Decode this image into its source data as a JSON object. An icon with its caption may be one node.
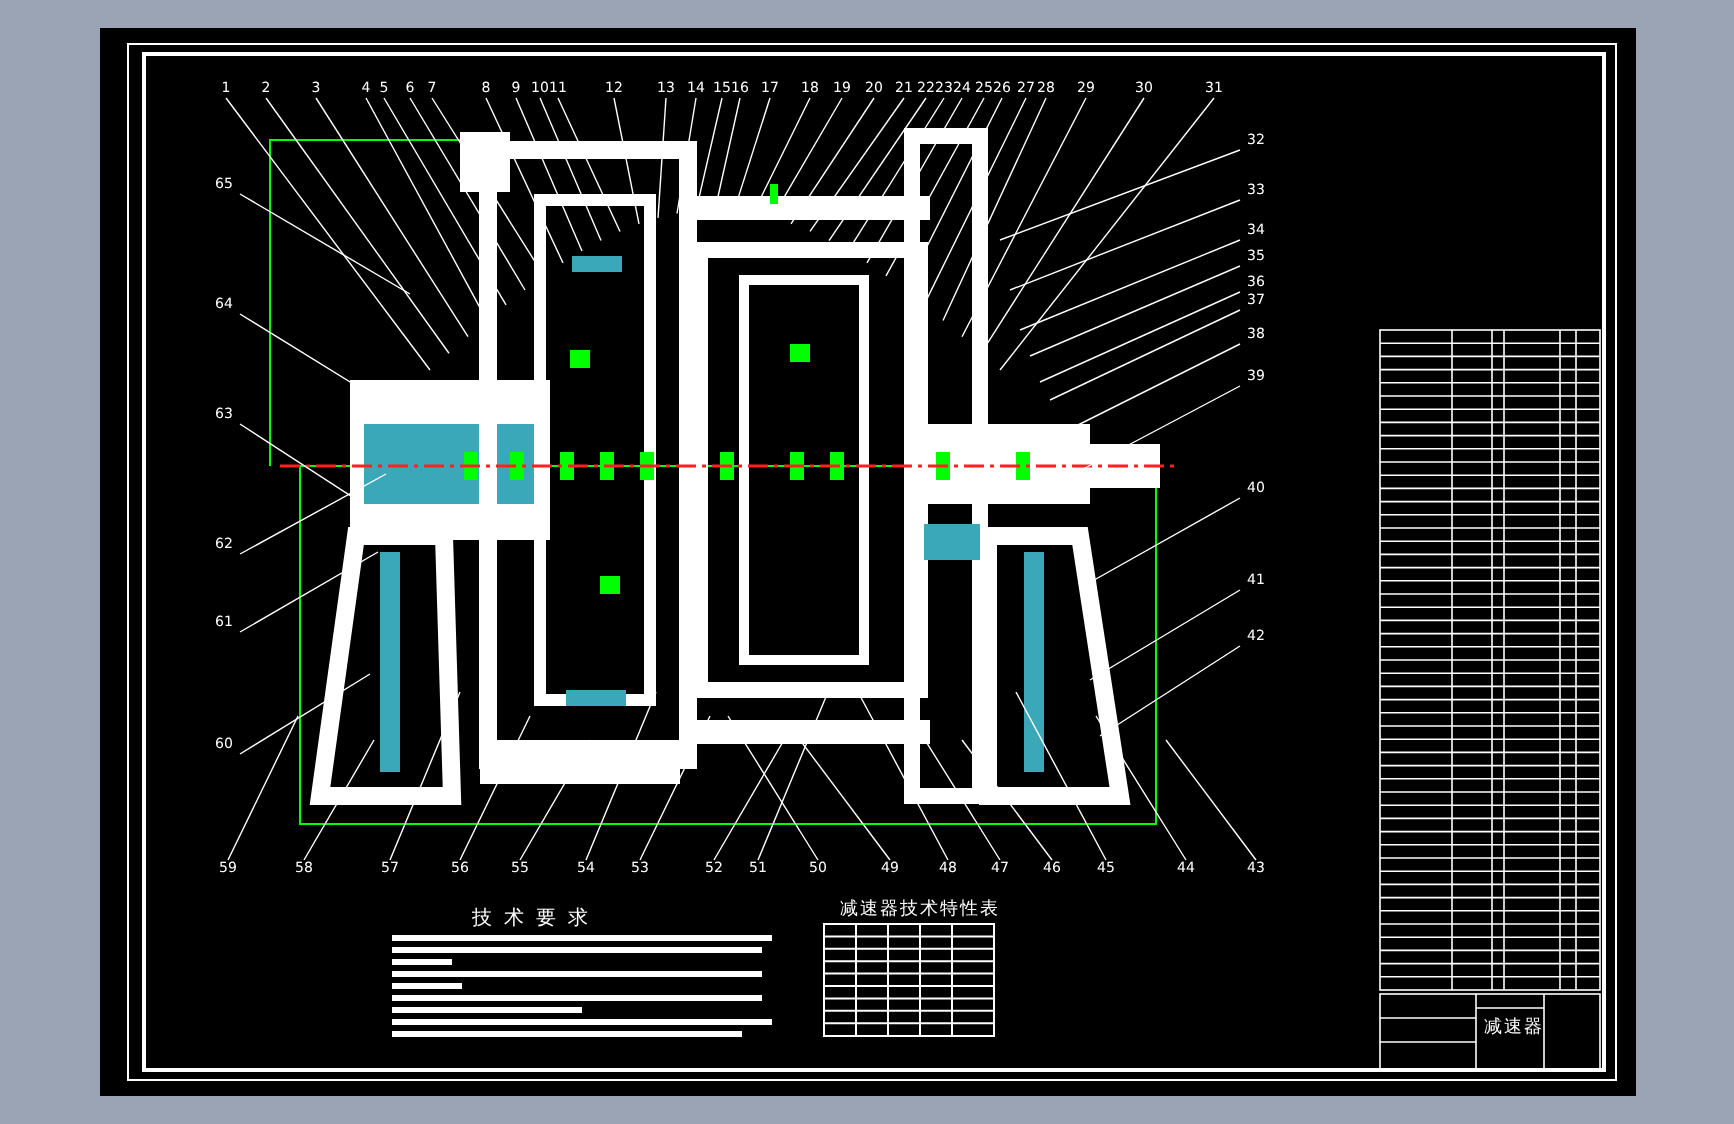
{
  "diagram": {
    "nodes": [
      {
        "text": [
          "1"
        ]
      },
      {
        "text": [
          "2"
        ]
      },
      {
        "text": [
          "3"
        ]
      },
      {
        "text": [
          "4"
        ]
      },
      {
        "text": [
          "5"
        ]
      },
      {
        "text": [
          "6"
        ]
      },
      {
        "text": [
          "7"
        ]
      },
      {
        "text": [
          "8"
        ]
      },
      {
        "text": [
          "9"
        ]
      },
      {
        "text": [
          "10"
        ]
      },
      {
        "text": [
          "11"
        ]
      },
      {
        "text": [
          "12"
        ]
      },
      {
        "text": [
          "13"
        ]
      },
      {
        "text": [
          "14"
        ]
      },
      {
        "text": [
          "15"
        ]
      },
      {
        "text": [
          "16"
        ]
      },
      {
        "text": [
          "17"
        ]
      },
      {
        "text": [
          "18"
        ]
      },
      {
        "text": [
          "19"
        ]
      },
      {
        "text": [
          "20"
        ]
      },
      {
        "text": [
          "21"
        ]
      },
      {
        "text": [
          "22"
        ]
      },
      {
        "text": [
          "23"
        ]
      },
      {
        "text": [
          "24"
        ]
      },
      {
        "text": [
          "25"
        ]
      },
      {
        "text": [
          "26"
        ]
      },
      {
        "text": [
          "27"
        ]
      },
      {
        "text": [
          "28"
        ]
      },
      {
        "text": [
          "29"
        ]
      },
      {
        "text": [
          "30"
        ]
      },
      {
        "text": [
          "31"
        ]
      },
      {
        "text": [
          "32"
        ]
      },
      {
        "text": [
          "33"
        ]
      },
      {
        "text": [
          "34"
        ]
      },
      {
        "text": [
          "35"
        ]
      },
      {
        "text": [
          "36"
        ]
      },
      {
        "text": [
          "37"
        ]
      },
      {
        "text": [
          "38"
        ]
      },
      {
        "text": [
          "39"
        ]
      },
      {
        "text": [
          "40"
        ]
      },
      {
        "text": [
          "41"
        ]
      },
      {
        "text": [
          "42"
        ]
      },
      {
        "text": [
          "43"
        ]
      },
      {
        "text": [
          "44"
        ]
      },
      {
        "text": [
          "45"
        ]
      },
      {
        "text": [
          "46"
        ]
      },
      {
        "text": [
          "47"
        ]
      },
      {
        "text": [
          "48"
        ]
      },
      {
        "text": [
          "49"
        ]
      },
      {
        "text": [
          "50"
        ]
      },
      {
        "text": [
          "51"
        ]
      },
      {
        "text": [
          "52"
        ]
      },
      {
        "text": [
          "53"
        ]
      },
      {
        "text": [
          "54"
        ]
      },
      {
        "text": [
          "55"
        ]
      },
      {
        "text": [
          "56"
        ]
      },
      {
        "text": [
          "57"
        ]
      },
      {
        "text": [
          "58"
        ]
      },
      {
        "text": [
          "59"
        ]
      },
      {
        "text": [
          "60"
        ]
      },
      {
        "text": [
          "61"
        ]
      },
      {
        "text": [
          "62"
        ]
      },
      {
        "text": [
          "63"
        ]
      },
      {
        "text": [
          "64"
        ]
      },
      {
        "text": [
          "65"
        ]
      }
    ],
    "edges": [
      {
        "from": 0,
        "to": null,
        "arrow": "none"
      },
      {
        "from": 1,
        "to": null,
        "arrow": "none"
      },
      {
        "from": 2,
        "to": null,
        "arrow": "none"
      },
      {
        "from": 3,
        "to": null,
        "arrow": "none"
      },
      {
        "from": 4,
        "to": null,
        "arrow": "none"
      },
      {
        "from": 5,
        "to": null,
        "arrow": "none"
      },
      {
        "from": 6,
        "to": null,
        "arrow": "none"
      },
      {
        "from": 7,
        "to": null,
        "arrow": "none"
      },
      {
        "from": 8,
        "to": null,
        "arrow": "none"
      },
      {
        "from": 9,
        "to": null,
        "arrow": "none"
      },
      {
        "from": 10,
        "to": null,
        "arrow": "none"
      },
      {
        "from": 11,
        "to": null,
        "arrow": "none"
      },
      {
        "from": 12,
        "to": null,
        "arrow": "none"
      },
      {
        "from": 13,
        "to": null,
        "arrow": "none"
      },
      {
        "from": 14,
        "to": null,
        "arrow": "none"
      },
      {
        "from": 15,
        "to": null,
        "arrow": "none"
      },
      {
        "from": 16,
        "to": null,
        "arrow": "none"
      },
      {
        "from": 17,
        "to": null,
        "arrow": "none"
      },
      {
        "from": 18,
        "to": null,
        "arrow": "none"
      },
      {
        "from": 19,
        "to": null,
        "arrow": "none"
      },
      {
        "from": 20,
        "to": null,
        "arrow": "none"
      },
      {
        "from": 21,
        "to": null,
        "arrow": "none"
      },
      {
        "from": 22,
        "to": null,
        "arrow": "none"
      },
      {
        "from": 23,
        "to": null,
        "arrow": "none"
      },
      {
        "from": 24,
        "to": null,
        "arrow": "none"
      },
      {
        "from": 25,
        "to": null,
        "arrow": "none"
      },
      {
        "from": 26,
        "to": null,
        "arrow": "none"
      },
      {
        "from": 27,
        "to": null,
        "arrow": "none"
      },
      {
        "from": 28,
        "to": null,
        "arrow": "none"
      },
      {
        "from": 29,
        "to": null,
        "arrow": "none"
      },
      {
        "from": 30,
        "to": null,
        "arrow": "none"
      },
      {
        "from": 31,
        "to": null,
        "arrow": "none"
      },
      {
        "from": 32,
        "to": null,
        "arrow": "none"
      },
      {
        "from": 33,
        "to": null,
        "arrow": "none"
      },
      {
        "from": 34,
        "to": null,
        "arrow": "none"
      },
      {
        "from": 35,
        "to": null,
        "arrow": "none"
      },
      {
        "from": 36,
        "to": null,
        "arrow": "none"
      },
      {
        "from": 37,
        "to": null,
        "arrow": "none"
      },
      {
        "from": 38,
        "to": null,
        "arrow": "none"
      },
      {
        "from": 39,
        "to": null,
        "arrow": "none"
      },
      {
        "from": 40,
        "to": null,
        "arrow": "none"
      },
      {
        "from": 41,
        "to": null,
        "arrow": "none"
      },
      {
        "from": 42,
        "to": null,
        "arrow": "none"
      },
      {
        "from": 43,
        "to": null,
        "arrow": "none"
      },
      {
        "from": 44,
        "to": null,
        "arrow": "none"
      },
      {
        "from": 45,
        "to": null,
        "arrow": "none"
      },
      {
        "from": 46,
        "to": null,
        "arrow": "none"
      },
      {
        "from": 47,
        "to": null,
        "arrow": "none"
      },
      {
        "from": 48,
        "to": null,
        "arrow": "none"
      },
      {
        "from": 49,
        "to": null,
        "arrow": "none"
      },
      {
        "from": 50,
        "to": null,
        "arrow": "none"
      },
      {
        "from": 51,
        "to": null,
        "arrow": "none"
      },
      {
        "from": 52,
        "to": null,
        "arrow": "none"
      },
      {
        "from": 53,
        "to": null,
        "arrow": "none"
      },
      {
        "from": 54,
        "to": null,
        "arrow": "none"
      },
      {
        "from": 55,
        "to": null,
        "arrow": "none"
      },
      {
        "from": 56,
        "to": null,
        "arrow": "none"
      },
      {
        "from": 57,
        "to": null,
        "arrow": "none"
      },
      {
        "from": 58,
        "to": null,
        "arrow": "none"
      },
      {
        "from": 59,
        "to": null,
        "arrow": "none"
      },
      {
        "from": 60,
        "to": null,
        "arrow": "none"
      },
      {
        "from": 61,
        "to": null,
        "arrow": "none"
      },
      {
        "from": 62,
        "to": null,
        "arrow": "none"
      },
      {
        "from": 63,
        "to": null,
        "arrow": "none"
      },
      {
        "from": 64,
        "to": null,
        "arrow": "none"
      }
    ],
    "labels": [
      "技术要求",
      "减速器技术特性表",
      "减速器"
    ]
  }
}
